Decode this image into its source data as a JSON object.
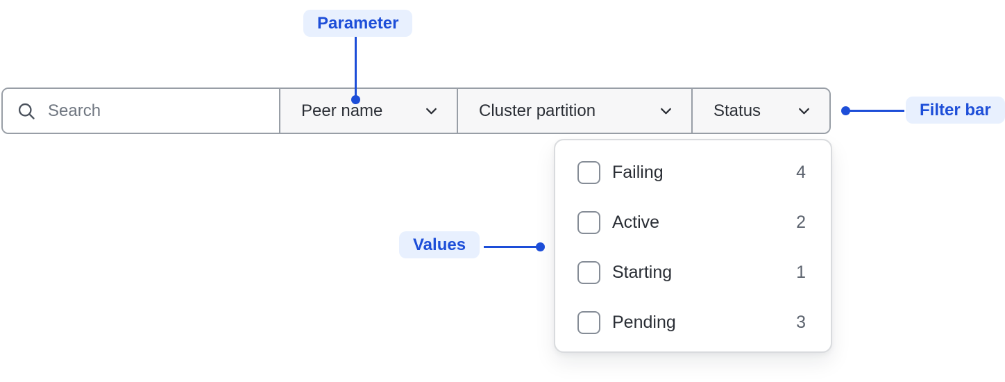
{
  "annotations": {
    "parameter": "Parameter",
    "filter_bar": "Filter bar",
    "values": "Values"
  },
  "filter_bar": {
    "search": {
      "placeholder": "Search",
      "value": ""
    },
    "parameters": [
      {
        "label": "Peer name"
      },
      {
        "label": "Cluster partition"
      },
      {
        "label": "Status"
      }
    ]
  },
  "values_dropdown": {
    "options": [
      {
        "label": "Failing",
        "count": "4",
        "checked": false
      },
      {
        "label": "Active",
        "count": "2",
        "checked": false
      },
      {
        "label": "Starting",
        "count": "1",
        "checked": false
      },
      {
        "label": "Pending",
        "count": "3",
        "checked": false
      }
    ]
  },
  "colors": {
    "accent_blue": "#1d4ed8",
    "annotation_bg": "#e8f0fe",
    "bar_border": "#989ea6",
    "segment_bg": "#f7f7f8",
    "panel_border": "#d9dbde",
    "text_dark": "#2a2e35",
    "placeholder_gray": "#6f7680",
    "count_gray": "#5c636e"
  }
}
